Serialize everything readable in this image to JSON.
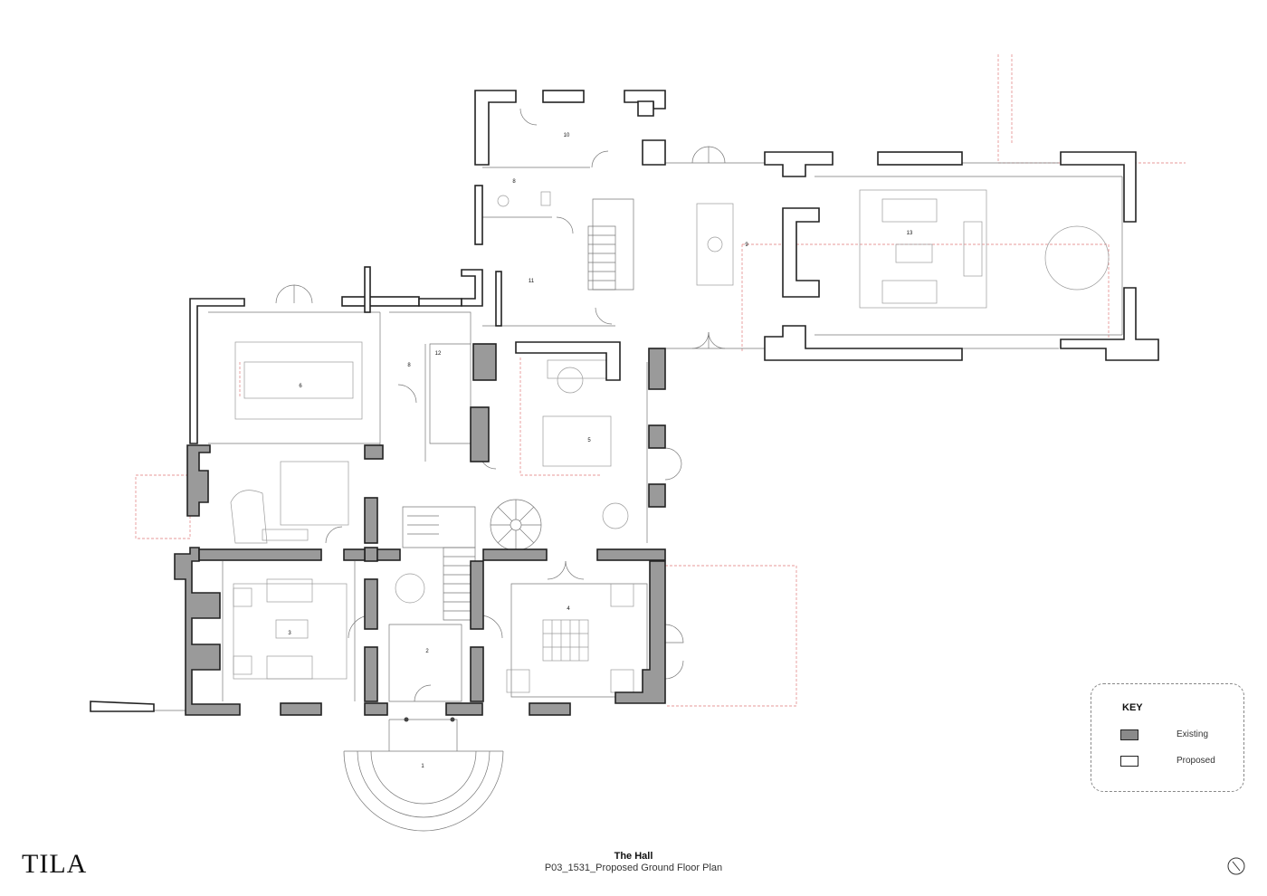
{
  "rooms": [
    "1",
    "2",
    "3",
    "4",
    "5",
    "6",
    "8",
    "8",
    "9",
    "10",
    "11",
    "12",
    "13"
  ],
  "key": {
    "title": "KEY",
    "items": [
      {
        "label": "Existing",
        "color": "#8a8a8a"
      },
      {
        "label": "Proposed",
        "color": "#ffffff"
      }
    ]
  },
  "title_block": {
    "project": "The Hall",
    "drawing": "P03_1531_Proposed Ground Floor Plan"
  },
  "logo": {
    "text": "TILA"
  },
  "icons": {
    "north": "north-arrow-icon"
  }
}
